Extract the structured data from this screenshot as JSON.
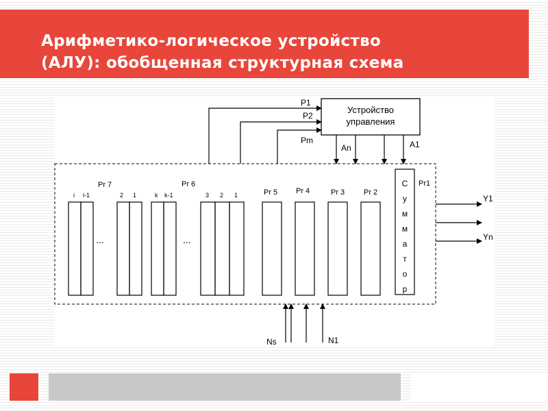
{
  "slide": {
    "title_line1": "Арифметико-логическое устройство",
    "title_line2": "(АЛУ): обобщенная структурная схема",
    "accent_color": "#e8463a",
    "footer_gray_color": "#c8c8c8"
  },
  "diagram": {
    "control_unit_line1": "Устройство",
    "control_unit_line2": "управления",
    "p1": "P1",
    "p2": "P2",
    "pm": "Pm",
    "an": "An",
    "a1": "A1",
    "pr7": "Pr 7",
    "pr6": "Pr 6",
    "pr5": "Pr 5",
    "pr4": "Pr 4",
    "pr3": "Pr 3",
    "pr2": "Pr 2",
    "pr1": "Pr1",
    "adder_letters": [
      "С",
      "у",
      "м",
      "м",
      "а",
      "т",
      "о",
      "р"
    ],
    "y1": "Y1",
    "yn": "Yn",
    "ns": "Ns",
    "n1": "N1",
    "ellipsis": "...",
    "bits_pr7_a": [
      "i",
      "i-1"
    ],
    "bits_pr7_b": [
      "2",
      "1"
    ],
    "bits_pr6_a": [
      "k",
      "k-1"
    ],
    "bits_pr6_b": [
      "3",
      "2",
      "1"
    ]
  }
}
